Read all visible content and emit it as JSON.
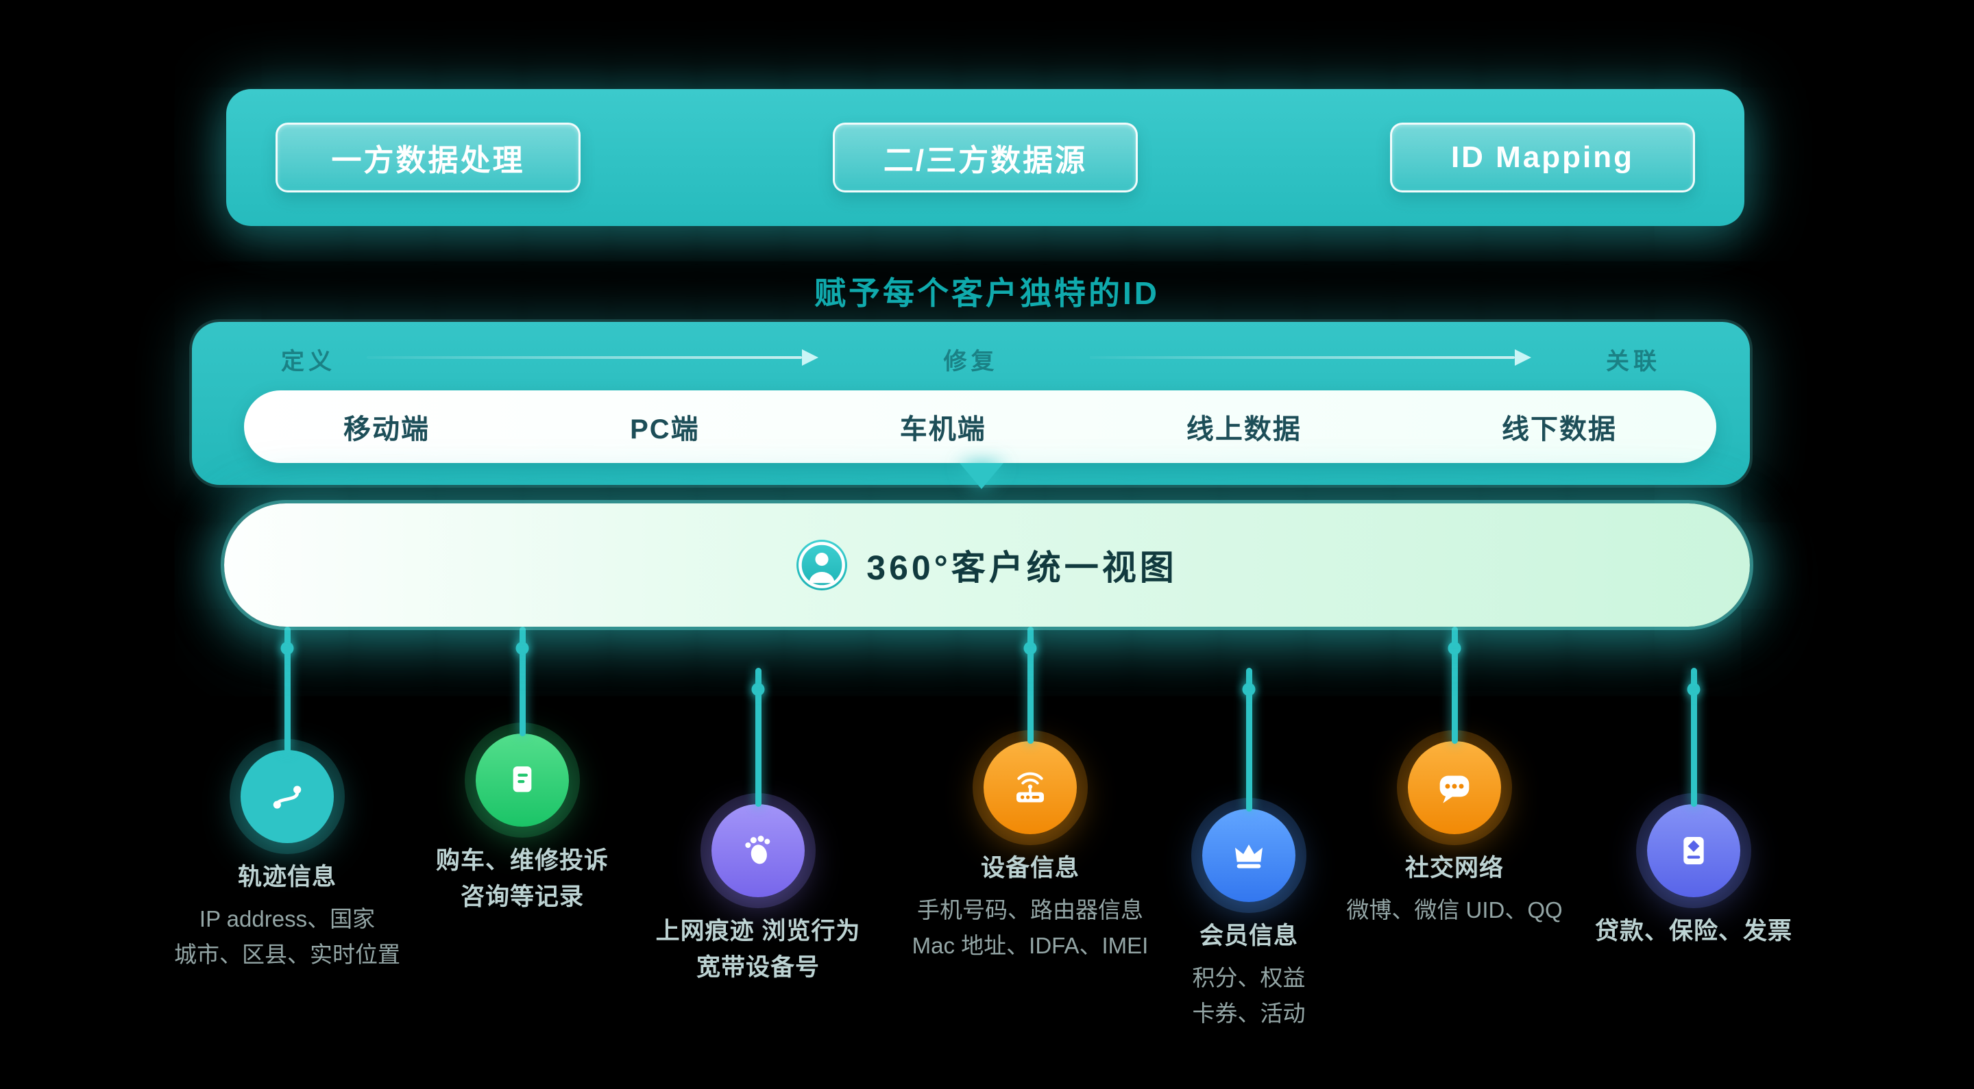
{
  "header": {
    "buttons": [
      {
        "label": "一方数据处理"
      },
      {
        "label": "二/三方数据源"
      },
      {
        "label": "ID Mapping"
      }
    ]
  },
  "headline": "赋予每个客户独特的ID",
  "pipeline": {
    "stages": [
      {
        "label": "定义"
      },
      {
        "label": "修复"
      },
      {
        "label": "关联"
      }
    ],
    "channels": [
      {
        "label": "移动端"
      },
      {
        "label": "PC端"
      },
      {
        "label": "车机端"
      },
      {
        "label": "线上数据"
      },
      {
        "label": "线下数据"
      }
    ]
  },
  "unified_view": {
    "icon": "person-icon",
    "label": "360°客户统一视图"
  },
  "colors": {
    "teal": "#2ec4c6",
    "green": "#2fd077",
    "purple": "#8a7bf0",
    "orange": "#f6950f",
    "blue": "#4a90f5",
    "indigo": "#6b7cf0",
    "background": "#000000",
    "headline_text": "#0fa9ac"
  },
  "sources": [
    {
      "icon": "route-icon",
      "color": "teal",
      "title1": "轨迹信息",
      "title2": "",
      "desc1": "IP address、国家",
      "desc2": "城市、区县、实时位置"
    },
    {
      "icon": "document-icon",
      "color": "green",
      "title1": "购车、维修投诉",
      "title2": "咨询等记录",
      "desc1": "",
      "desc2": ""
    },
    {
      "icon": "footprint-icon",
      "color": "purple",
      "title1": "上网痕迹 浏览行为",
      "title2": "宽带设备号",
      "desc1": "",
      "desc2": ""
    },
    {
      "icon": "router-icon",
      "color": "orange",
      "title1": "设备信息",
      "title2": "",
      "desc1": "手机号码、路由器信息",
      "desc2": "Mac 地址、IDFA、IMEI"
    },
    {
      "icon": "crown-icon",
      "color": "blue",
      "title1": "会员信息",
      "title2": "",
      "desc1": "积分、权益",
      "desc2": "卡券、活动"
    },
    {
      "icon": "chat-icon",
      "color": "orange",
      "title1": "社交网络",
      "title2": "",
      "desc1": "微博、微信 UID、QQ",
      "desc2": ""
    },
    {
      "icon": "invoice-icon",
      "color": "indigo",
      "title1": "贷款、保险、发票",
      "title2": "",
      "desc1": "",
      "desc2": ""
    }
  ]
}
